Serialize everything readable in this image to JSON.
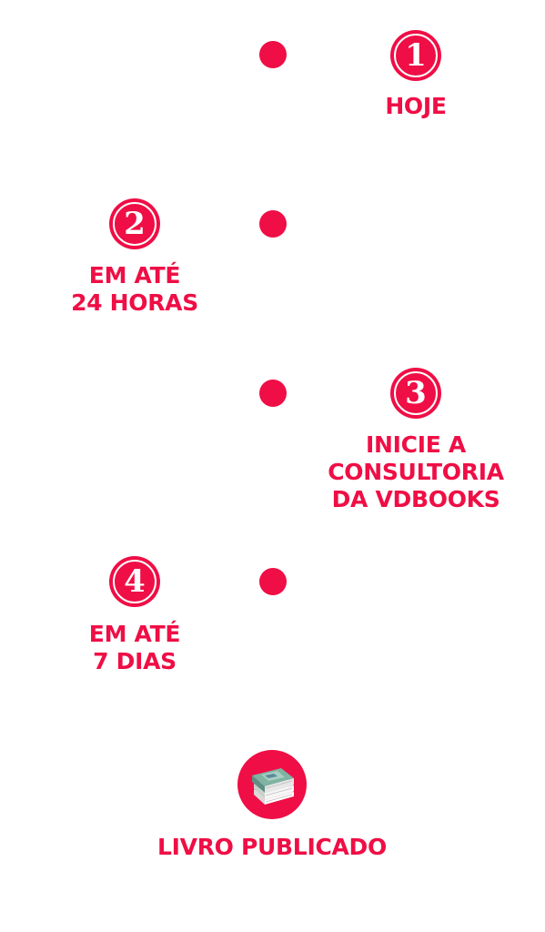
{
  "colors": {
    "accent": "#ef0e45",
    "background": "#ffffff"
  },
  "steps": [
    {
      "number": "1",
      "lines": [
        "HOJE"
      ]
    },
    {
      "number": "2",
      "lines": [
        "EM ATÉ",
        "24 HORAS"
      ]
    },
    {
      "number": "3",
      "lines": [
        "INICIE A",
        "CONSULTORIA",
        "DA VDBOOKS"
      ]
    },
    {
      "number": "4",
      "lines": [
        "EM ATÉ",
        "7 DIAS"
      ]
    }
  ],
  "final": {
    "label": "LIVRO PUBLICADO",
    "icon": "book-stack-icon"
  }
}
